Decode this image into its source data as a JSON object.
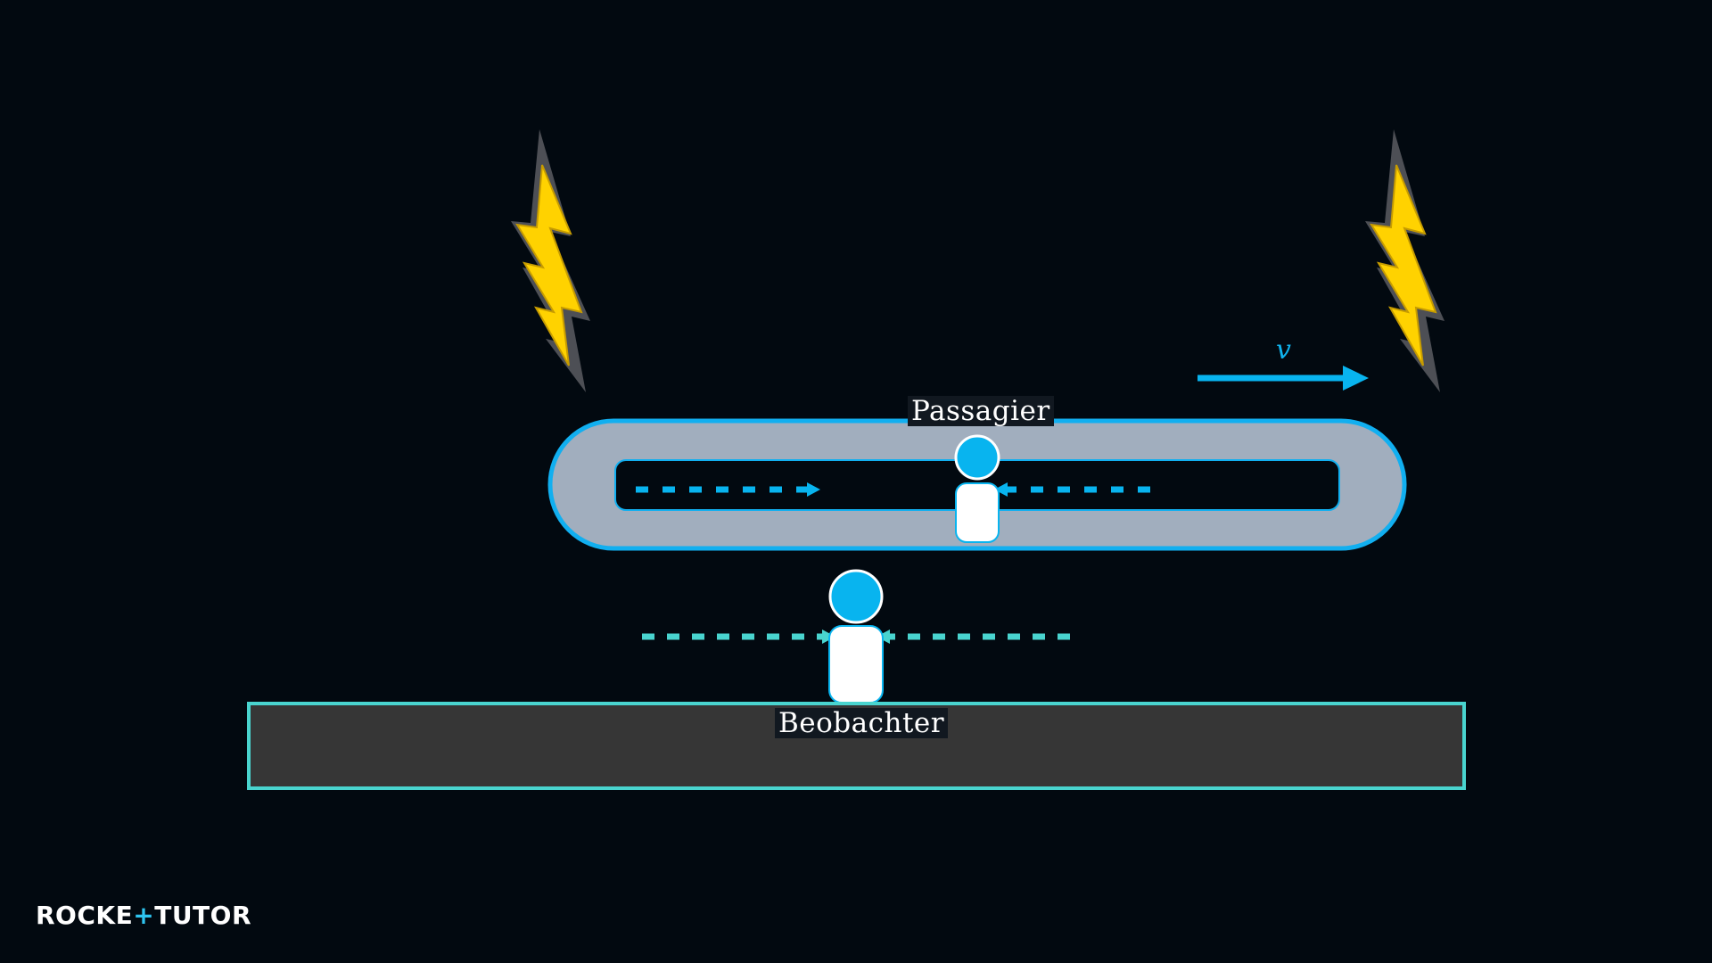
{
  "labels": {
    "passenger": "Passagier",
    "observer": "Beobachter",
    "velocity": "v"
  },
  "brand": {
    "part1": "ROCKE",
    "part2": "+",
    "part3": "TUTOR"
  },
  "icons": {
    "lightning": "lightning-bolt-icon",
    "person": "person-icon"
  },
  "colors": {
    "background": "#020910",
    "train_body": "#a1aebe",
    "train_outline": "#11aff0",
    "light_blue": "#08b4ef",
    "light_teal": "#49d4cf",
    "platform_fill": "#363636",
    "platform_outline": "#49d4cf",
    "lightning": "#ffd200"
  }
}
